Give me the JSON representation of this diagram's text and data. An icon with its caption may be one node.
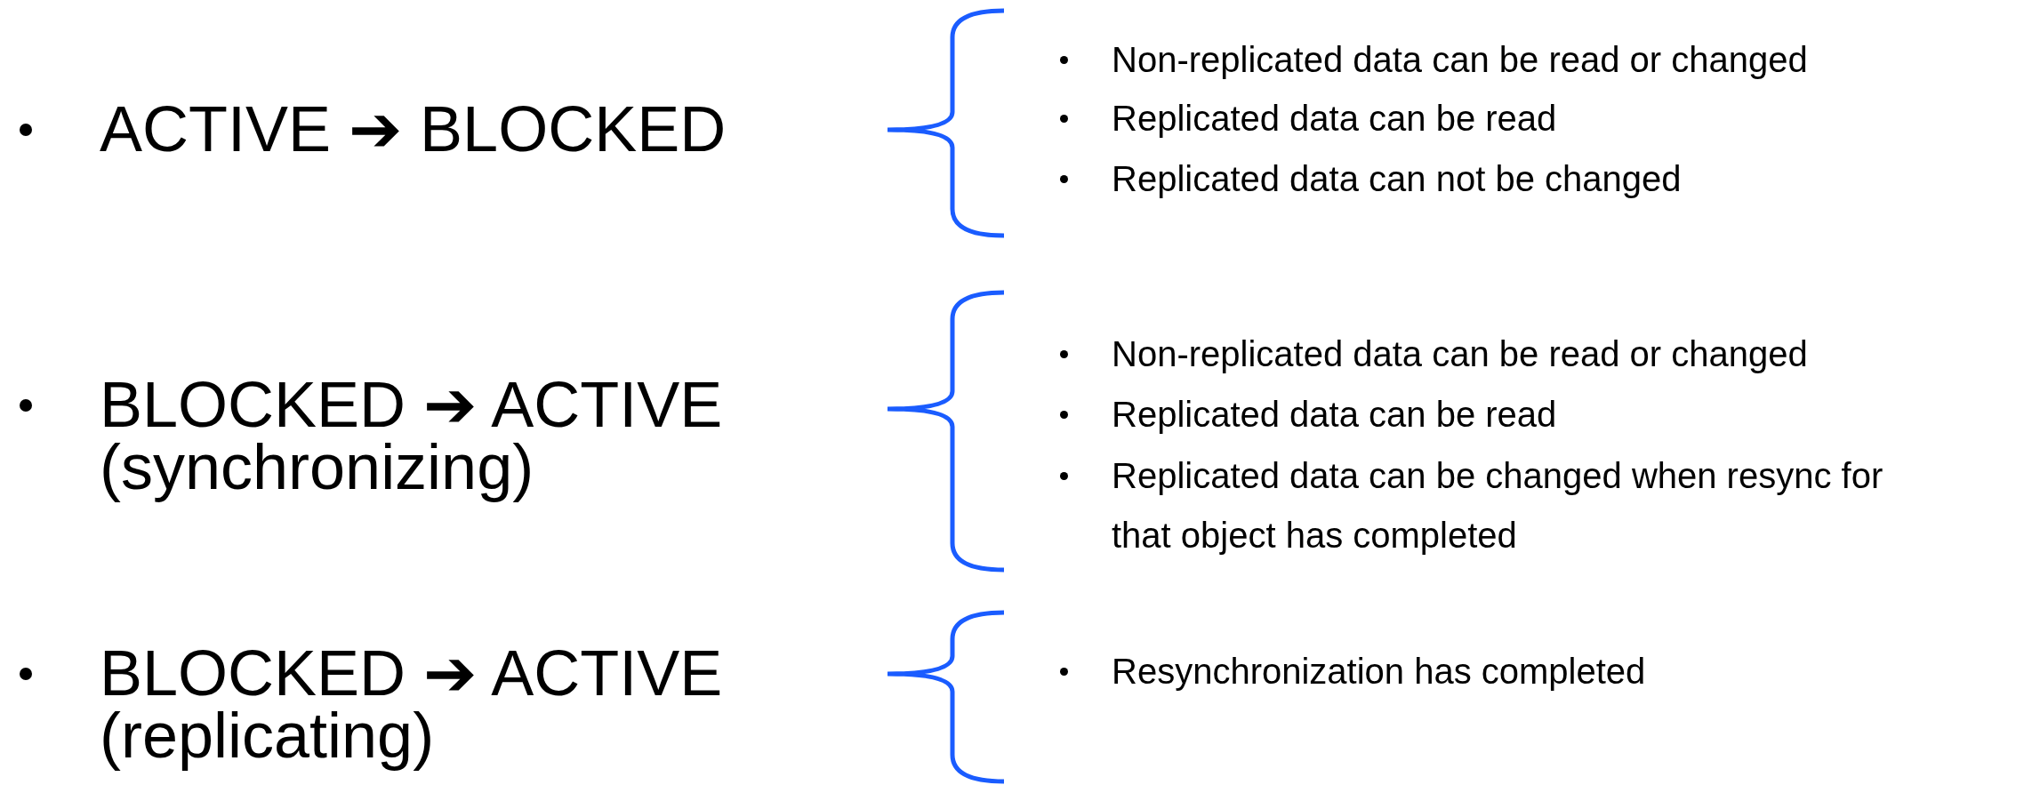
{
  "diagram": {
    "labels": [
      "ACTIVE ➔ BLOCKED",
      "Non-replicated data can be read or changed",
      "Replicated data can be read",
      "Replicated data can not be changed",
      "BLOCKED ➔ ACTIVE (synchronizing)",
      "Non-replicated data can be read or changed",
      "Replicated data can be read",
      "Replicated data can be changed when resync for that object has completed",
      "BLOCKED ➔ ACTIVE (replicating)",
      "Resynchronization has completed"
    ]
  }
}
